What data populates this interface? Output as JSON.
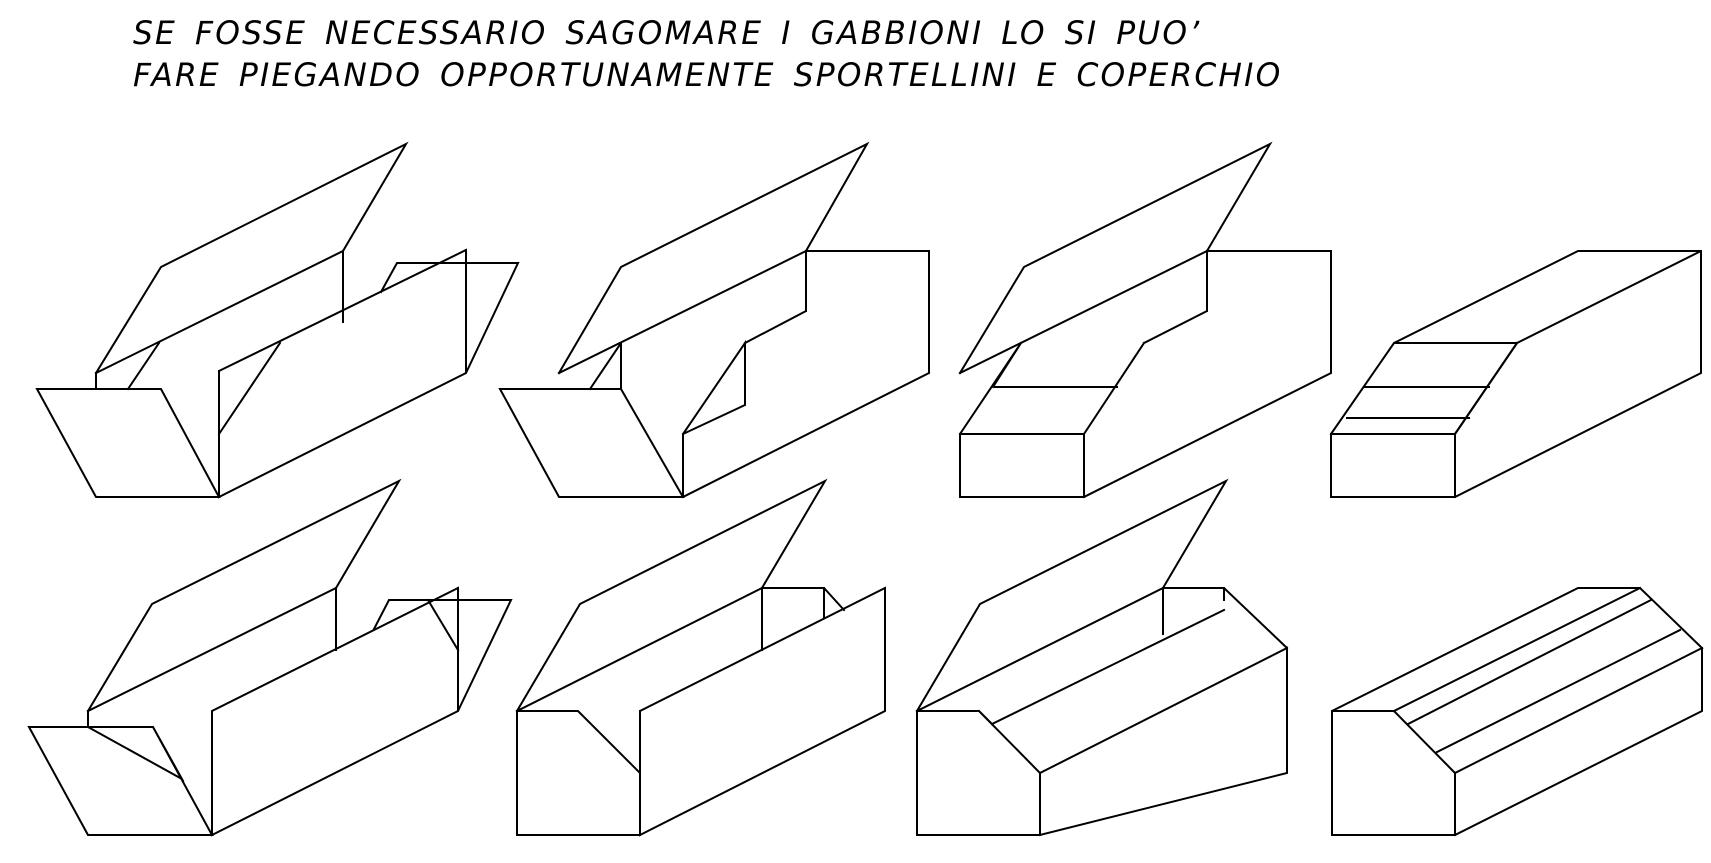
{
  "caption": {
    "line1": "SE FOSSE NECESSARIO SAGOMARE I GABBIONI LO SI PUO’",
    "line2": "FARE PIEGANDO OPPORTUNAMENTE SPORTELLINI E COPERCHIO"
  },
  "colors": {
    "line": "#000000",
    "background": "#ffffff"
  },
  "rows": [
    {
      "row": "top",
      "stages": 4
    },
    {
      "row": "bottom",
      "stages": 4
    }
  ]
}
